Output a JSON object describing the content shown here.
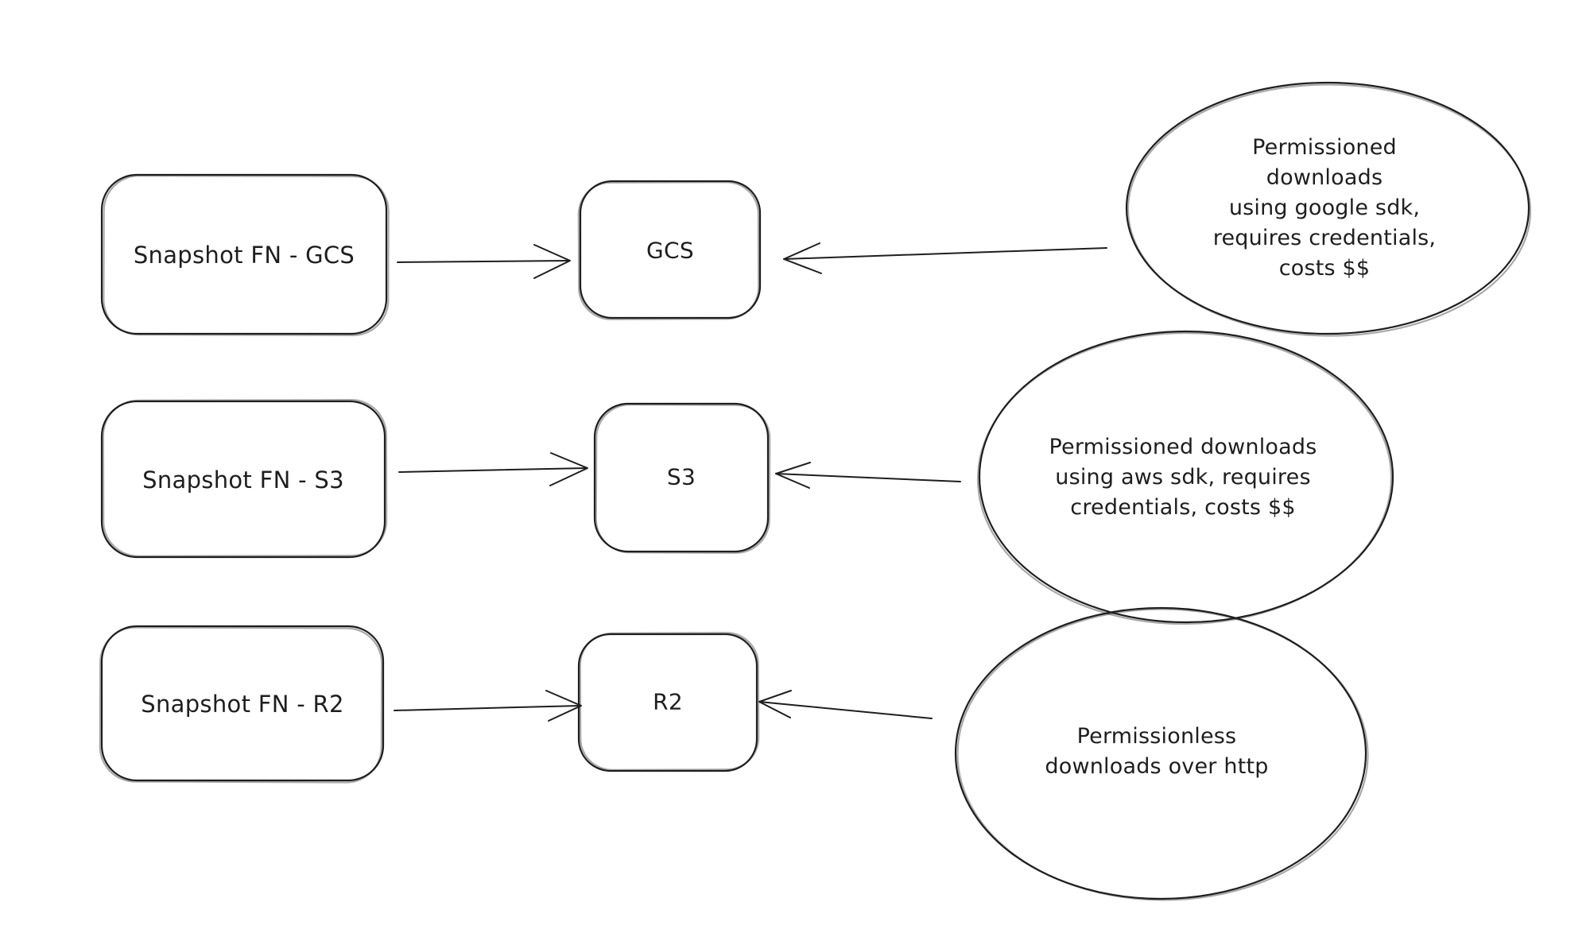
{
  "diagram": {
    "background_color": "#ffffff",
    "stroke_color": "#1e1e1e",
    "style": "hand-drawn sketch (excalidraw-like)",
    "rows": [
      {
        "source": {
          "label": "Snapshot FN - GCS"
        },
        "target": {
          "label": "GCS"
        },
        "note": {
          "lines": [
            "Permissioned downloads",
            "using google sdk,",
            "requires credentials,",
            "costs $$"
          ]
        },
        "edges": [
          {
            "from": "Snapshot FN - GCS",
            "to": "GCS",
            "direction": "right"
          },
          {
            "from": "note",
            "to": "GCS",
            "direction": "left"
          }
        ]
      },
      {
        "source": {
          "label": "Snapshot FN - S3"
        },
        "target": {
          "label": "S3"
        },
        "note": {
          "lines": [
            "Permissioned downloads",
            "using aws sdk, requires",
            "credentials, costs $$"
          ]
        },
        "edges": [
          {
            "from": "Snapshot FN - S3",
            "to": "S3",
            "direction": "right"
          },
          {
            "from": "note",
            "to": "S3",
            "direction": "left"
          }
        ]
      },
      {
        "source": {
          "label": "Snapshot FN - R2"
        },
        "target": {
          "label": "R2"
        },
        "note": {
          "lines": [
            "Permissionless",
            "downloads over http"
          ]
        },
        "edges": [
          {
            "from": "Snapshot FN - R2",
            "to": "R2",
            "direction": "right"
          },
          {
            "from": "note",
            "to": "R2",
            "direction": "left"
          }
        ]
      }
    ]
  }
}
